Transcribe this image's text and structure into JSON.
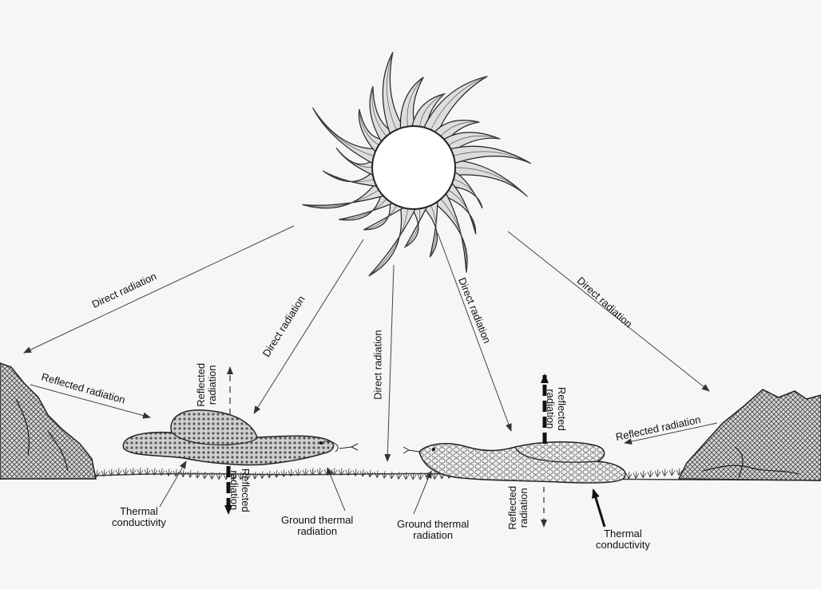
{
  "labels": {
    "direct_radiation_1": "Direct radiation",
    "direct_radiation_2": "Direct radiation",
    "direct_radiation_3": "Direct radiation",
    "direct_radiation_4": "Direct radiation",
    "direct_radiation_5": "Direct radiation",
    "reflected_radiation_left": "Reflected radiation",
    "reflected_radiation_right": "Reflected radiation",
    "reflected_radiation_snake1_up": "Reflected\nradiation",
    "reflected_radiation_snake1_down": "Reflected\nradiation",
    "reflected_radiation_snake2_up": "Reflected\nradiation",
    "reflected_radiation_snake2_down": "Reflected\nradiation",
    "thermal_conductivity_left": "Thermal\nconductivity",
    "thermal_conductivity_right": "Thermal\nconductivity",
    "ground_thermal_radiation_left": "Ground thermal\nradiation",
    "ground_thermal_radiation_right": "Ground thermal\nradiation"
  },
  "colors": {
    "ink": "#1a1a1a",
    "ground": "#2b2b2b",
    "background": "#f6f6f4"
  }
}
